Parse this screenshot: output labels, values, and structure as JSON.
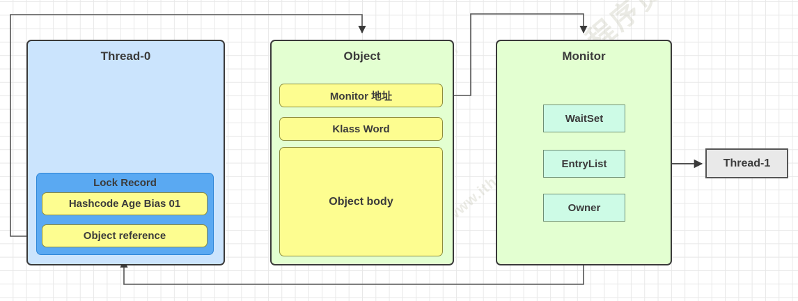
{
  "diagram": {
    "title": "Java Monitor / Lock Record Diagram",
    "watermark_cn": "黑马程序员™",
    "watermark_en": "www.itheima.com",
    "colors": {
      "thread_fill": "#cbe4fd",
      "object_fill": "#e3ffd1",
      "monitor_fill": "#e3ffd1",
      "lock_record_fill": "#5aa9f2",
      "yellow_fill": "#fdfd90",
      "cyan_fill": "#cdfbe6",
      "gray_fill": "#e9e9e9",
      "stroke": "#3a3a3a",
      "connector": "#555555",
      "grid": "#e8e8e8"
    }
  },
  "thread0": {
    "title": "Thread-0",
    "lock_record": {
      "title": "Lock Record",
      "rows": [
        {
          "label": "Hashcode Age Bias 01"
        },
        {
          "label": "Object reference"
        }
      ]
    }
  },
  "object": {
    "title": "Object",
    "rows": [
      {
        "label": "Monitor 地址"
      },
      {
        "label": "Klass Word"
      },
      {
        "label": "Object body"
      }
    ]
  },
  "monitor": {
    "title": "Monitor",
    "rows": [
      {
        "label": "WaitSet"
      },
      {
        "label": "EntryList"
      },
      {
        "label": "Owner"
      }
    ]
  },
  "thread1": {
    "title": "Thread-1"
  },
  "connectors": [
    {
      "name": "object-reference-to-object",
      "from": "Object reference",
      "to": "Object",
      "arrow": true
    },
    {
      "name": "monitor-address-to-monitor",
      "from": "Monitor 地址",
      "to": "Monitor",
      "arrow": true
    },
    {
      "name": "entrylist-to-thread1",
      "from": "EntryList",
      "to": "Thread-1",
      "arrow": true
    },
    {
      "name": "owner-to-thread0",
      "from": "Owner",
      "to": "Thread-0",
      "arrow": true
    }
  ]
}
